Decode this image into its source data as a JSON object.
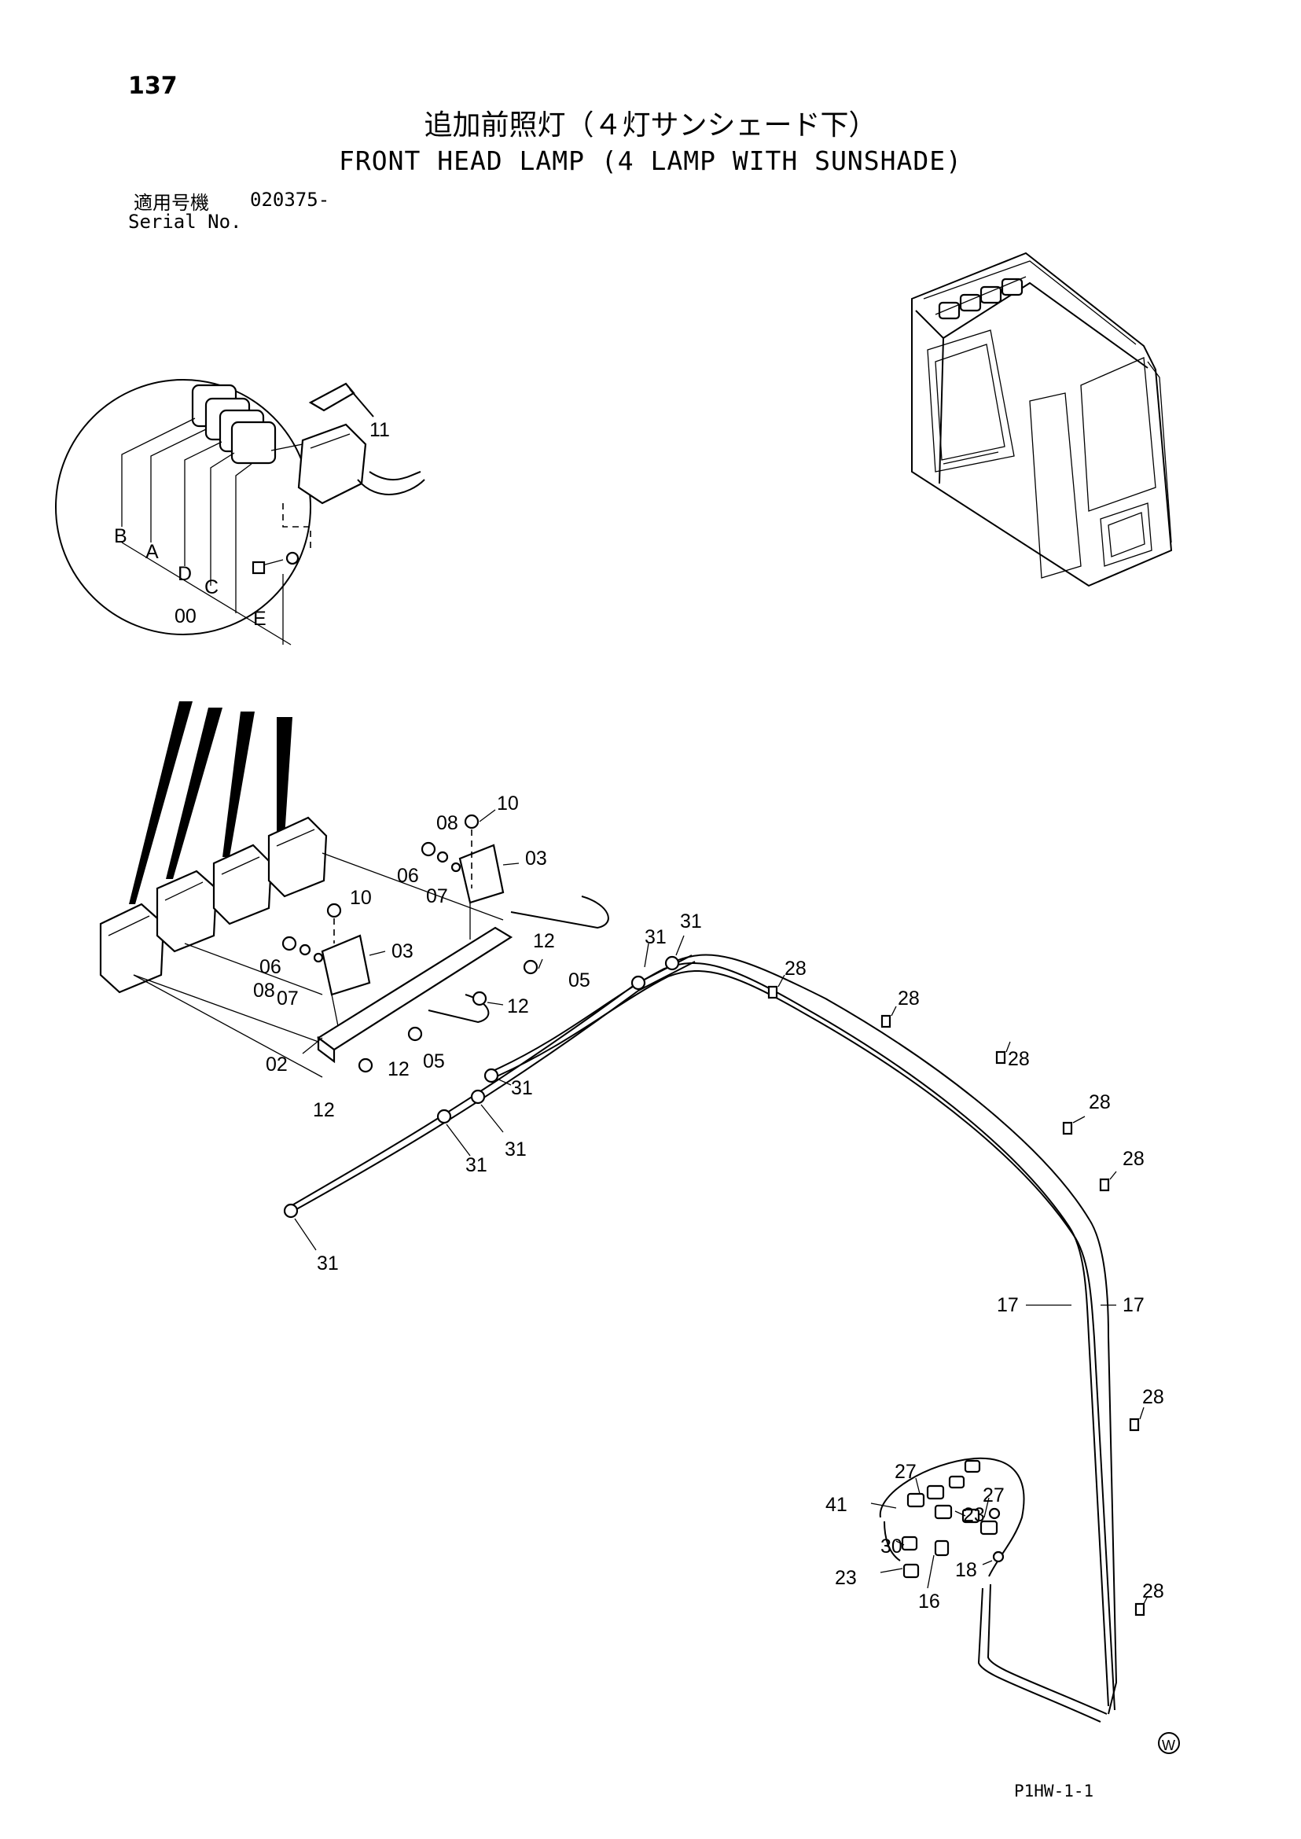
{
  "header": {
    "page_number": "137",
    "title_jp": "追加前照灯（４灯サンシェード下）",
    "title_en": "FRONT HEAD LAMP (4 LAMP WITH SUNSHADE)",
    "serial_label_jp": "適用号機",
    "serial_value": "020375-",
    "serial_label_en": "Serial No."
  },
  "callouts": {
    "c11": "11",
    "cB": "B",
    "cA": "A",
    "cD": "D",
    "cC": "C",
    "c00": "00",
    "cE": "E",
    "c10a": "10",
    "c08a": "08",
    "c06a": "06",
    "c07a": "07",
    "c03a": "03",
    "c10b": "10",
    "c03b": "03",
    "c06b": "06",
    "c08b": "08",
    "c07b": "07",
    "c12a": "12",
    "c12b": "12",
    "c12c": "12",
    "c12d": "12",
    "c05a": "05",
    "c05b": "05",
    "c02": "02",
    "c31a": "31",
    "c31b": "31",
    "c31c": "31",
    "c31d": "31",
    "c31e": "31",
    "c31f": "31",
    "c28a": "28",
    "c28b": "28",
    "c28c": "28",
    "c28d": "28",
    "c28e": "28",
    "c28f": "28",
    "c28g": "28",
    "c17a": "17",
    "c17b": "17",
    "c27a": "27",
    "c27b": "27",
    "c41": "41",
    "c23a": "23",
    "c23b": "23",
    "c30": "30",
    "c18": "18",
    "c16": "16"
  },
  "footer": {
    "drawing_code": "P1HW-1-1",
    "symbol": "W"
  }
}
